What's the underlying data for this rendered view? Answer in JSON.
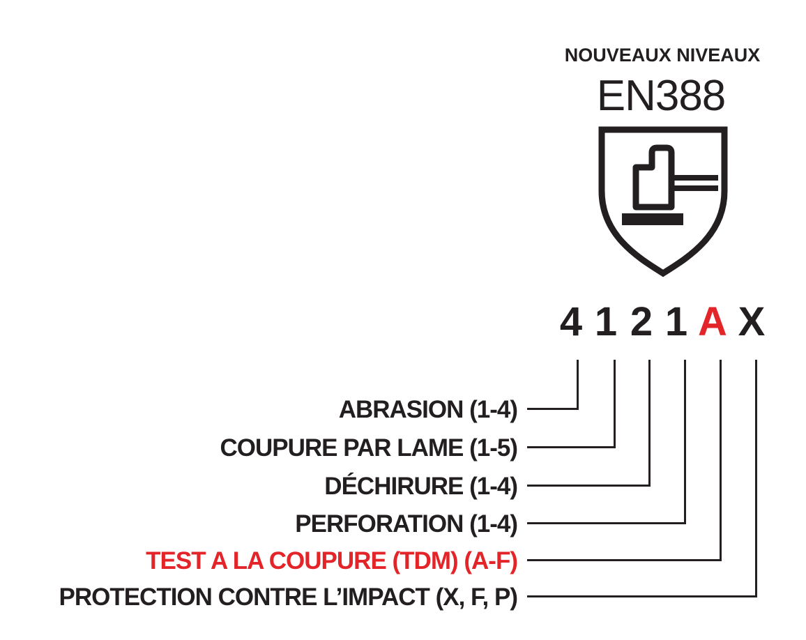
{
  "header": {
    "title": "NOUVEAUX NIVEAUX",
    "standard": "EN388"
  },
  "shield_icon": "en388-mechanical-risks-pictogram (hammer fist over anvil in shield)",
  "rating": {
    "code": "4121AX",
    "positions": [
      {
        "value": "4",
        "label": "ABRASION (1-4)",
        "red": false
      },
      {
        "value": "1",
        "label": "COUPURE PAR LAME (1-5)",
        "red": false
      },
      {
        "value": "2",
        "label": "DÉCHIRURE (1-4)",
        "red": false
      },
      {
        "value": "1",
        "label": "PERFORATION (1-4)",
        "red": false
      },
      {
        "value": "A",
        "label": "TEST A LA COUPURE (TDM) (A-F)",
        "red": true
      },
      {
        "value": "X",
        "label": "PROTECTION CONTRE L’IMPACT (X, F, P)",
        "red": false
      }
    ]
  },
  "colors": {
    "ink": "#231f20",
    "red": "#e32429",
    "background": "#ffffff"
  }
}
